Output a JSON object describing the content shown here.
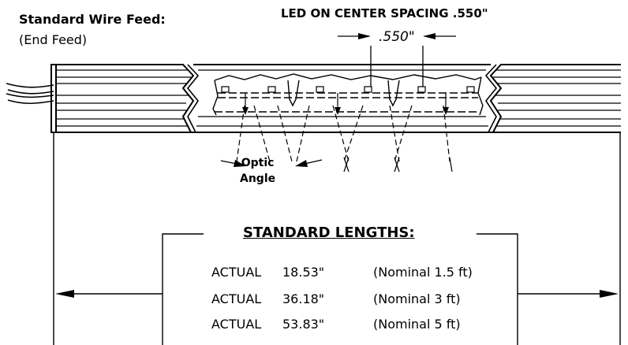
{
  "header": {
    "title": "Standard Wire Feed:",
    "subtitle": "(End Feed)"
  },
  "spacing": {
    "title": "LED ON CENTER SPACING .550\"",
    "dimension": ".550\""
  },
  "optic": {
    "line1": "Optic",
    "line2": "Angle"
  },
  "lengths": {
    "title": "STANDARD LENGTHS:",
    "rows": [
      {
        "label": "ACTUAL",
        "value": "18.53\"",
        "nominal": "(Nominal 1.5 ft)"
      },
      {
        "label": "ACTUAL",
        "value": "36.18\"",
        "nominal": "(Nominal 3 ft)"
      },
      {
        "label": "ACTUAL",
        "value": "53.83\"",
        "nominal": "(Nominal 5 ft)"
      }
    ]
  },
  "colors": {
    "line": "#000000",
    "background": "#ffffff"
  }
}
